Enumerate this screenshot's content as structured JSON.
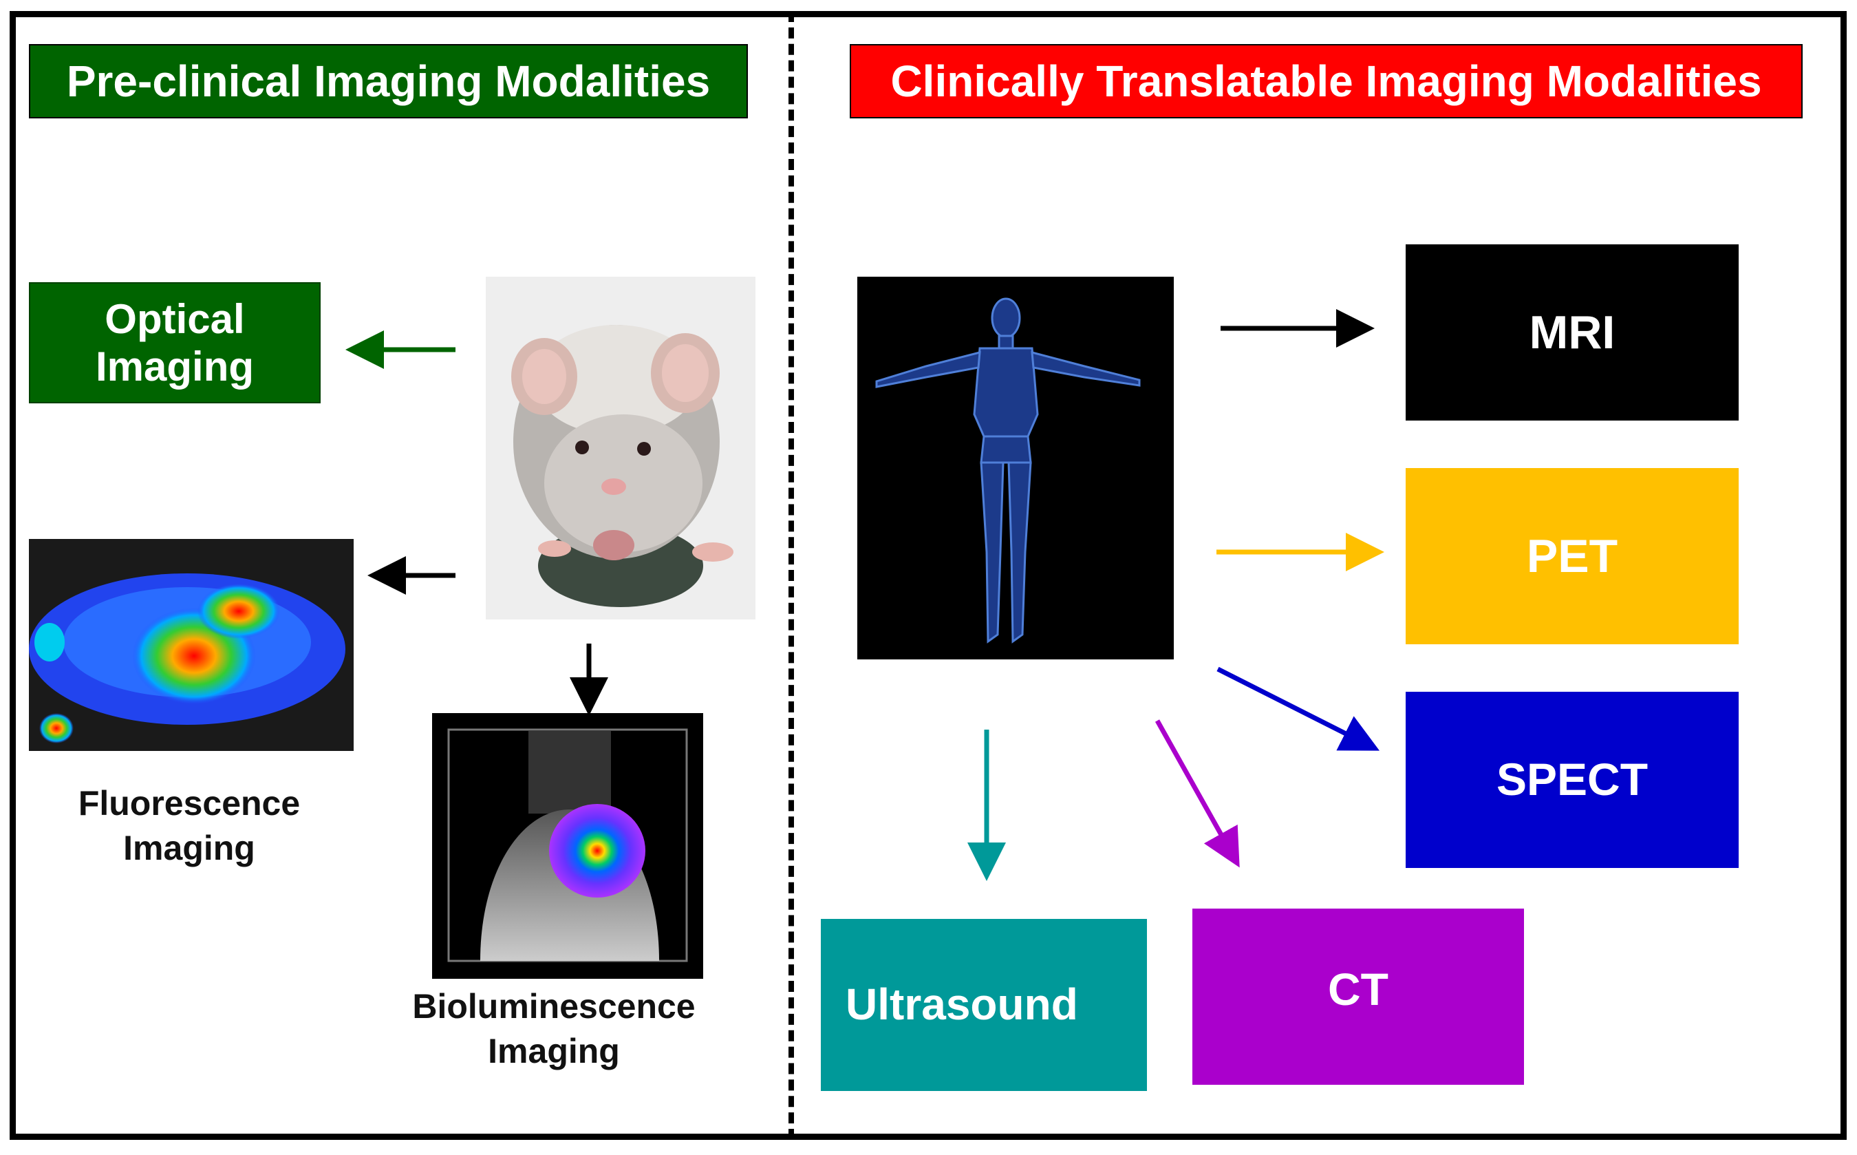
{
  "left_panel": {
    "title": "Pre-clinical Imaging Modalities",
    "title_color": "#006400",
    "optical_label": "Optical\nImaging",
    "fluorescence_caption": "Fluorescence\nImaging",
    "bioluminescence_caption": "Bioluminescence\nImaging"
  },
  "right_panel": {
    "title": "Clinically Translatable Imaging Modalities",
    "title_color": "#ff0000",
    "modalities": [
      {
        "label": "MRI",
        "color": "#000000"
      },
      {
        "label": "PET",
        "color": "#ffc000"
      },
      {
        "label": "SPECT",
        "color": "#0000cc"
      },
      {
        "label": "Ultrasound",
        "color": "#009999"
      },
      {
        "label": "CT",
        "color": "#aa00cc"
      }
    ]
  },
  "icons": [
    "mouse-photo",
    "fluorescence-mouse-image",
    "bioluminescence-mouse-image",
    "human-body-figure"
  ]
}
